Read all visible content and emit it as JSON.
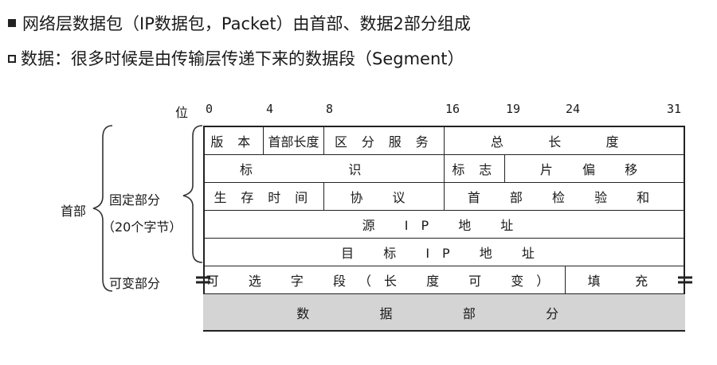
{
  "bullets": [
    {
      "icon": "filled-square-icon",
      "text": "网络层数据包（IP数据包，Packet）由首部、数据2部分组成"
    },
    {
      "icon": "hollow-square-icon",
      "text": "数据：很多时候是由传输层传递下来的数据段（Segment）"
    }
  ],
  "diagram": {
    "bit_label": "位",
    "bit_ticks": [
      "0",
      "4",
      "8",
      "16",
      "19",
      "24",
      "31"
    ],
    "labels": {
      "header": "首部",
      "fixed": "固定部分",
      "fixed_size": "（20个字节）",
      "variable": "可变部分"
    },
    "rows": [
      [
        "版 本",
        "首部长度",
        "区 分 服 务",
        "总 长 度"
      ],
      [
        "标 识",
        "标 志",
        "片 偏 移"
      ],
      [
        "生 存 时 间",
        "协 议",
        "首 部 检 验 和"
      ],
      [
        "源 IP 地 址"
      ],
      [
        "目 标 IP 地 址"
      ],
      [
        "可 选 字 段（长 度 可 变）",
        "填 充"
      ],
      [
        "数 据 部 分"
      ]
    ]
  },
  "colors": {
    "data_section": "#d4d4d4",
    "line": "#222222"
  }
}
